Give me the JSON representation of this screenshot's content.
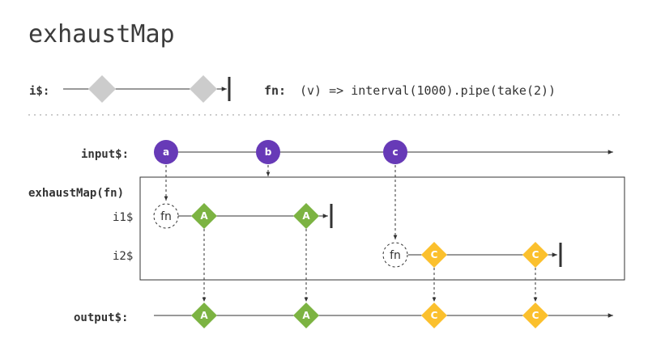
{
  "title": "exhaustMap",
  "legend": {
    "label": "i$:",
    "fn_key": "fn:",
    "fn_code": "(v) => interval(1000).pipe(take(2))"
  },
  "rows": {
    "input_label": "input$:",
    "operator_label": "exhaustMap(fn)",
    "inner1_label": "i1$",
    "inner2_label": "i2$",
    "output_label": "output$:"
  },
  "input_marbles": [
    {
      "label": "a",
      "color": "#673ab7"
    },
    {
      "label": "b",
      "color": "#673ab7"
    },
    {
      "label": "c",
      "color": "#673ab7"
    }
  ],
  "fn_label": "fn",
  "inner1_marbles": [
    {
      "label": "A",
      "color": "#7cb342"
    },
    {
      "label": "A",
      "color": "#7cb342"
    }
  ],
  "inner2_marbles": [
    {
      "label": "C",
      "color": "#fbc02d"
    },
    {
      "label": "C",
      "color": "#fbc02d"
    }
  ],
  "output_marbles": [
    {
      "label": "A",
      "color": "#7cb342"
    },
    {
      "label": "A",
      "color": "#7cb342"
    },
    {
      "label": "C",
      "color": "#fbc02d"
    },
    {
      "label": "C",
      "color": "#fbc02d"
    }
  ],
  "colors": {
    "legend_marble": "#cccccc",
    "separator": "#cccccc"
  }
}
